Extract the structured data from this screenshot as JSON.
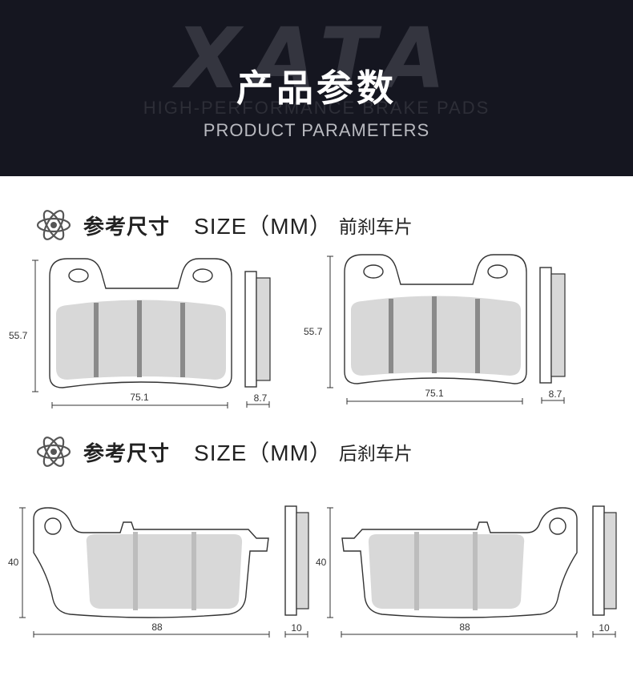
{
  "banner": {
    "watermark": "XATA",
    "watermark_sub": "HIGH-PERFORMANCE BRAKE PADS",
    "title": "产品参数",
    "subtitle": "PRODUCT PARAMETERS"
  },
  "sections": [
    {
      "ref_label": "参考尺寸",
      "size_label": "SIZE（MM）",
      "type_label": "前刹车片",
      "height": "55.7",
      "width": "75.1",
      "thickness": "8.7"
    },
    {
      "ref_label": "参考尺寸",
      "size_label": "SIZE（MM）",
      "type_label": "后刹车片",
      "height": "40",
      "width": "88",
      "thickness": "10"
    }
  ],
  "colors": {
    "banner_bg": "#151620",
    "pad_fill": "#d8d8d8",
    "groove": "#8a8a8a",
    "outline": "#333333"
  }
}
